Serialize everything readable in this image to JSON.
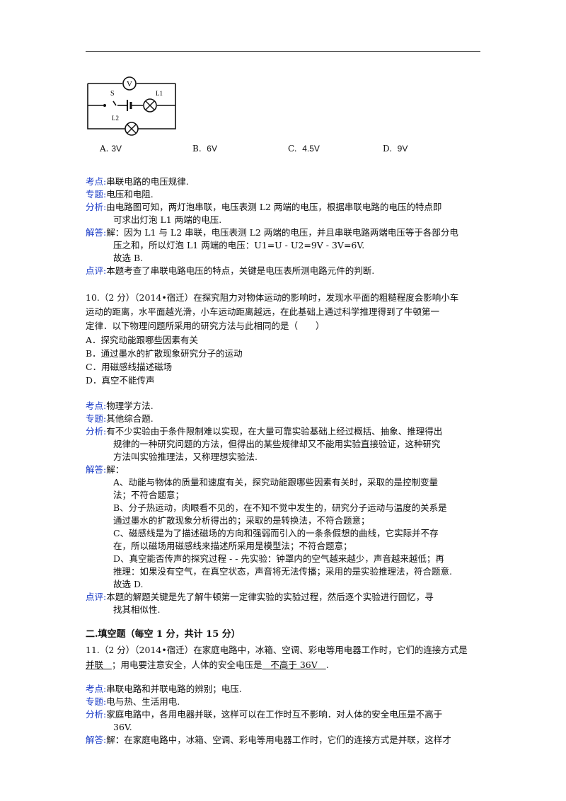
{
  "q9": {
    "circuit": {
      "label_v": "V",
      "label_s": "S",
      "label_l1": "L1",
      "label_l2": "L2"
    },
    "options": [
      {
        "letter": "A.",
        "value": "3V"
      },
      {
        "letter": "B.",
        "value": "6V"
      },
      {
        "letter": "C.",
        "value": "4.5V"
      },
      {
        "letter": "D.",
        "value": "9V"
      }
    ],
    "kaodian": {
      "label": "考点:",
      "text": "串联电路的电压规律."
    },
    "zhuanti": {
      "label": "专题:",
      "text": "电压和电阻."
    },
    "fenxi": {
      "label": "分析:",
      "line1": "由电路图可知，两灯泡串联，电压表测 L2 两端的电压，根据串联电路的电压的特点即",
      "line2": "可求出灯泡 L1 两端的电压."
    },
    "jieda": {
      "label": "解答:",
      "line1": "解：因为 L1 与 L2 串联，电压表测 L2 两端的电压，并且串联电路两端电压等于各部分电",
      "line2": "压之和，所以灯泡 L1 两端的电压：U1=U - U2=9V - 3V=6V.",
      "line3": "故选 B."
    },
    "dianping": {
      "label": "点评:",
      "text": "本题考查了串联电路电压的特点，关键是电压表所测电路元件的判断."
    }
  },
  "q10": {
    "stem1": "10.（2 分）（2014•宿迁）在探究阻力对物体运动的影响时，发现水平面的粗糙程度会影响小车",
    "stem2": "运动的距离，水平面越光滑，小车运动距离越远，在此基础上通过科学推理得到了牛顿第一",
    "stem3": "定律．以下物理问题所采用的研究方法与此相同的是（　　）",
    "options": [
      "A．探究动能跟哪些因素有关",
      "B．通过墨水的扩散现象研究分子的运动",
      "C．用磁感线描述磁场",
      "D．真空不能传声"
    ],
    "kaodian": {
      "label": "考点:",
      "text": "物理学方法."
    },
    "zhuanti": {
      "label": "专题:",
      "text": "其他综合题."
    },
    "fenxi": {
      "label": "分析:",
      "line1": "有不少实验由于条件限制难以实现，在大量可靠实验基础上经过概括、抽象、推理得出",
      "line2": "规律的一种研究问题的方法，但得出的某些规律却又不能用实验直接验证，这种研究",
      "line3": "方法叫实验推理法，又称理想实验法."
    },
    "jieda": {
      "label": "解答:",
      "first": "解：",
      "lines": [
        "A、动能与物体的质量和速度有关，探究动能跟哪些因素有关时，采取的是控制变量",
        "法；不符合题意；",
        "B、分子热运动，肉眼看不见的，在不知不觉中发生的，研究分子运动与温度的关系是",
        "通过墨水的扩散现象分析得出的；采取的是转换法，不符合题意；",
        "C、磁感线是为了描述磁场的方向和强弱而引入的一条条假想的曲线，它实际并不存",
        "在，所以磁场用磁感线来描述所采用是模型法；不符合题意；",
        "D、真空能否传声的探究过程 - - 先实验：钟罩内的空气越来越少，声音越来越低；再",
        "推理：如果没有空气，在真空状态，声音将无法传播；采用的是实验推理法，符合题意.",
        "故选 D."
      ]
    },
    "dianping": {
      "label": "点评:",
      "line1": "本题的解题关键是先了解牛顿第一定律实验的实验过程，然后逐个实验进行回忆，寻",
      "line2": "找其相似性."
    }
  },
  "section2": {
    "heading": "二.填空题（每空 1 分，共计 15 分）"
  },
  "q11": {
    "stem1": "11.（2 分）（2014•宿迁）在家庭电路中，冰箱、空调、彩电等用电器工作时，它们的连接方式是",
    "blank1": "并联",
    "stem2_mid": "；用电要注意安全，人体的安全电压是",
    "blank2": "不高于 36V",
    "stem2_end": ".",
    "kaodian": {
      "label": "考点:",
      "text": "串联电路和并联电路的辨别；电压."
    },
    "zhuanti": {
      "label": "专题:",
      "text": "电与热、生活用电."
    },
    "fenxi": {
      "label": "分析:",
      "line1": "家庭电路中，各用电器并联，这样可以在工作时互不影响．对人体的安全电压是不高于",
      "line2": "36V."
    },
    "jieda": {
      "label": "解答:",
      "line1": "解：在家庭电路中，冰箱、空调、彩电等用电器工作时，它们的连接方式是并联，这样才"
    }
  }
}
